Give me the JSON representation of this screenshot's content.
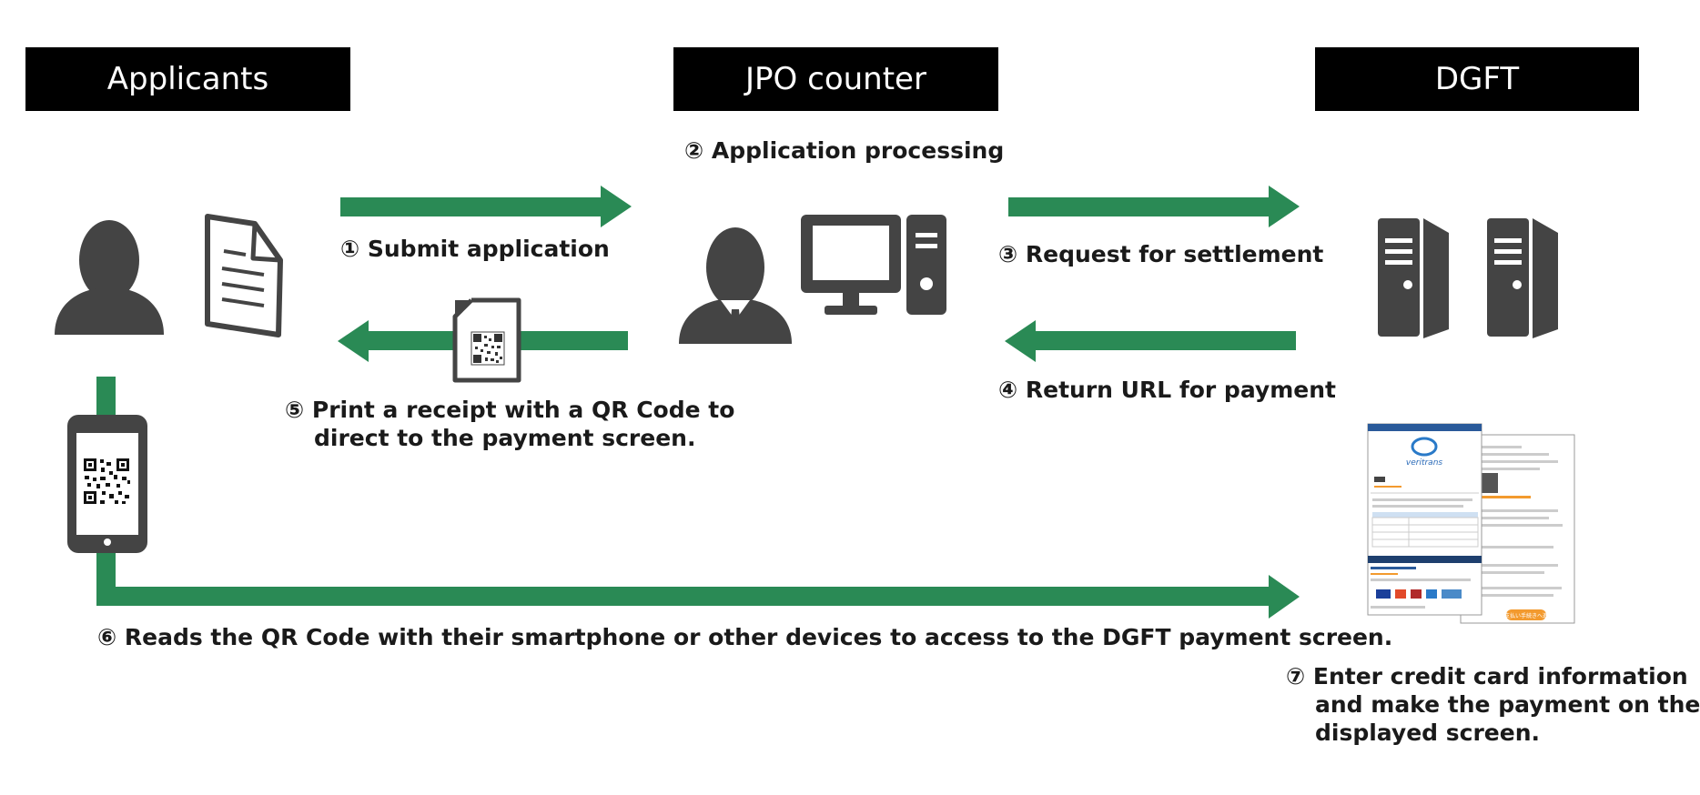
{
  "headers": {
    "applicants": "Applicants",
    "jpo_counter": "JPO counter",
    "dgft": "DGFT"
  },
  "steps": {
    "s1": "① Submit application",
    "s2": "② Application processing",
    "s3": "③ Request for settlement",
    "s4": "④ Return URL for payment",
    "s5_line1": "⑤ Print a receipt with a QR Code to",
    "s5_line2": "direct to the payment screen.",
    "s6": "⑥ Reads the QR Code with their smartphone or other devices to access to the DGFT payment screen.",
    "s7_line1": "⑦ Enter credit card information",
    "s7_line2": "and make the payment on the",
    "s7_line3": "displayed screen."
  },
  "payment_screen": {
    "logo_text": "veritrans",
    "pay_button": "お支払い手続きへ進む"
  },
  "colors": {
    "arrow": "#2a8a55",
    "icon": "#444444",
    "header_bg": "#000000",
    "header_text": "#ffffff"
  }
}
